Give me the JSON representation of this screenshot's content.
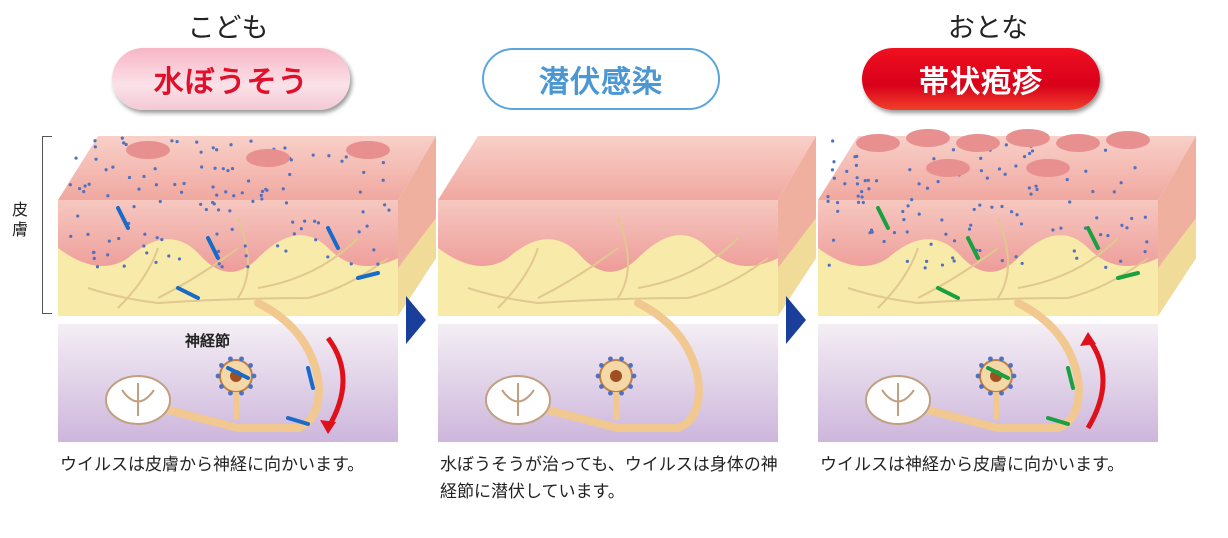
{
  "skin_label": "皮膚",
  "ganglion_label": "神経節",
  "panels": [
    {
      "top_label": "こども",
      "title": "水ぼうそう",
      "caption": "ウイルスは皮膚から神経に向かいます。",
      "virus_color": "#1a6ac8",
      "mode": "child"
    },
    {
      "top_label": "",
      "title": "潜伏感染",
      "caption": "水ぼうそうが治っても、ウイルスは身体の神経節に潜伏しています。",
      "virus_color": "#1a6ac8",
      "mode": "latent"
    },
    {
      "top_label": "おとな",
      "title": "帯状疱疹",
      "caption": "ウイルスは神経から皮膚に向かいます。",
      "virus_color": "#1aa040",
      "mode": "adult"
    }
  ],
  "colors": {
    "skin": "#f5b8b0",
    "fat": "#f8eaa8",
    "nerve_layer": "#d8c8e4",
    "arrow_red": "#e0101a",
    "next_arrow": "#1a3f9a"
  }
}
